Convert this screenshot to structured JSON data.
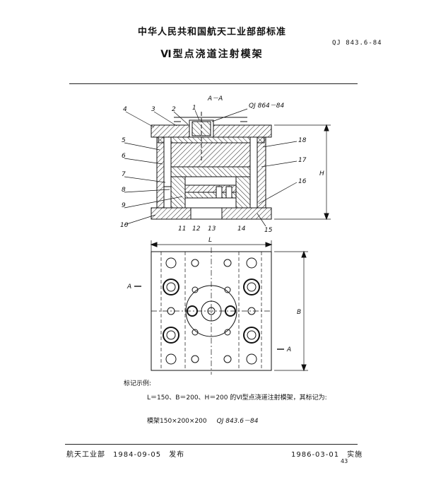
{
  "header": {
    "org_title": "中华人民共和国航天工业部部标准",
    "standard_no": "QJ 843.6-84",
    "doc_title": "Ⅵ型点浇道注射模架"
  },
  "drawing": {
    "section_label": "A－A",
    "ref_std": "QJ 864－84",
    "part_numbers": [
      "1",
      "2",
      "3",
      "4",
      "5",
      "6",
      "7",
      "8",
      "9",
      "10",
      "11",
      "12",
      "13",
      "14",
      "15",
      "16",
      "17",
      "18"
    ],
    "dim_H": "H",
    "dim_L": "L",
    "dim_B": "B",
    "section_mark": "A"
  },
  "notes": {
    "title": "标记示例:",
    "line1": "L＝150、B＝200、H＝200 的Ⅵ型点浇道注射模架，其标记为:",
    "example_label": "模架150×200×200",
    "example_code": "QJ 843.6－84"
  },
  "footer": {
    "left": "航天工业部　1984-09-05　发布",
    "right": "1986-03-01　实施",
    "page": "43"
  }
}
